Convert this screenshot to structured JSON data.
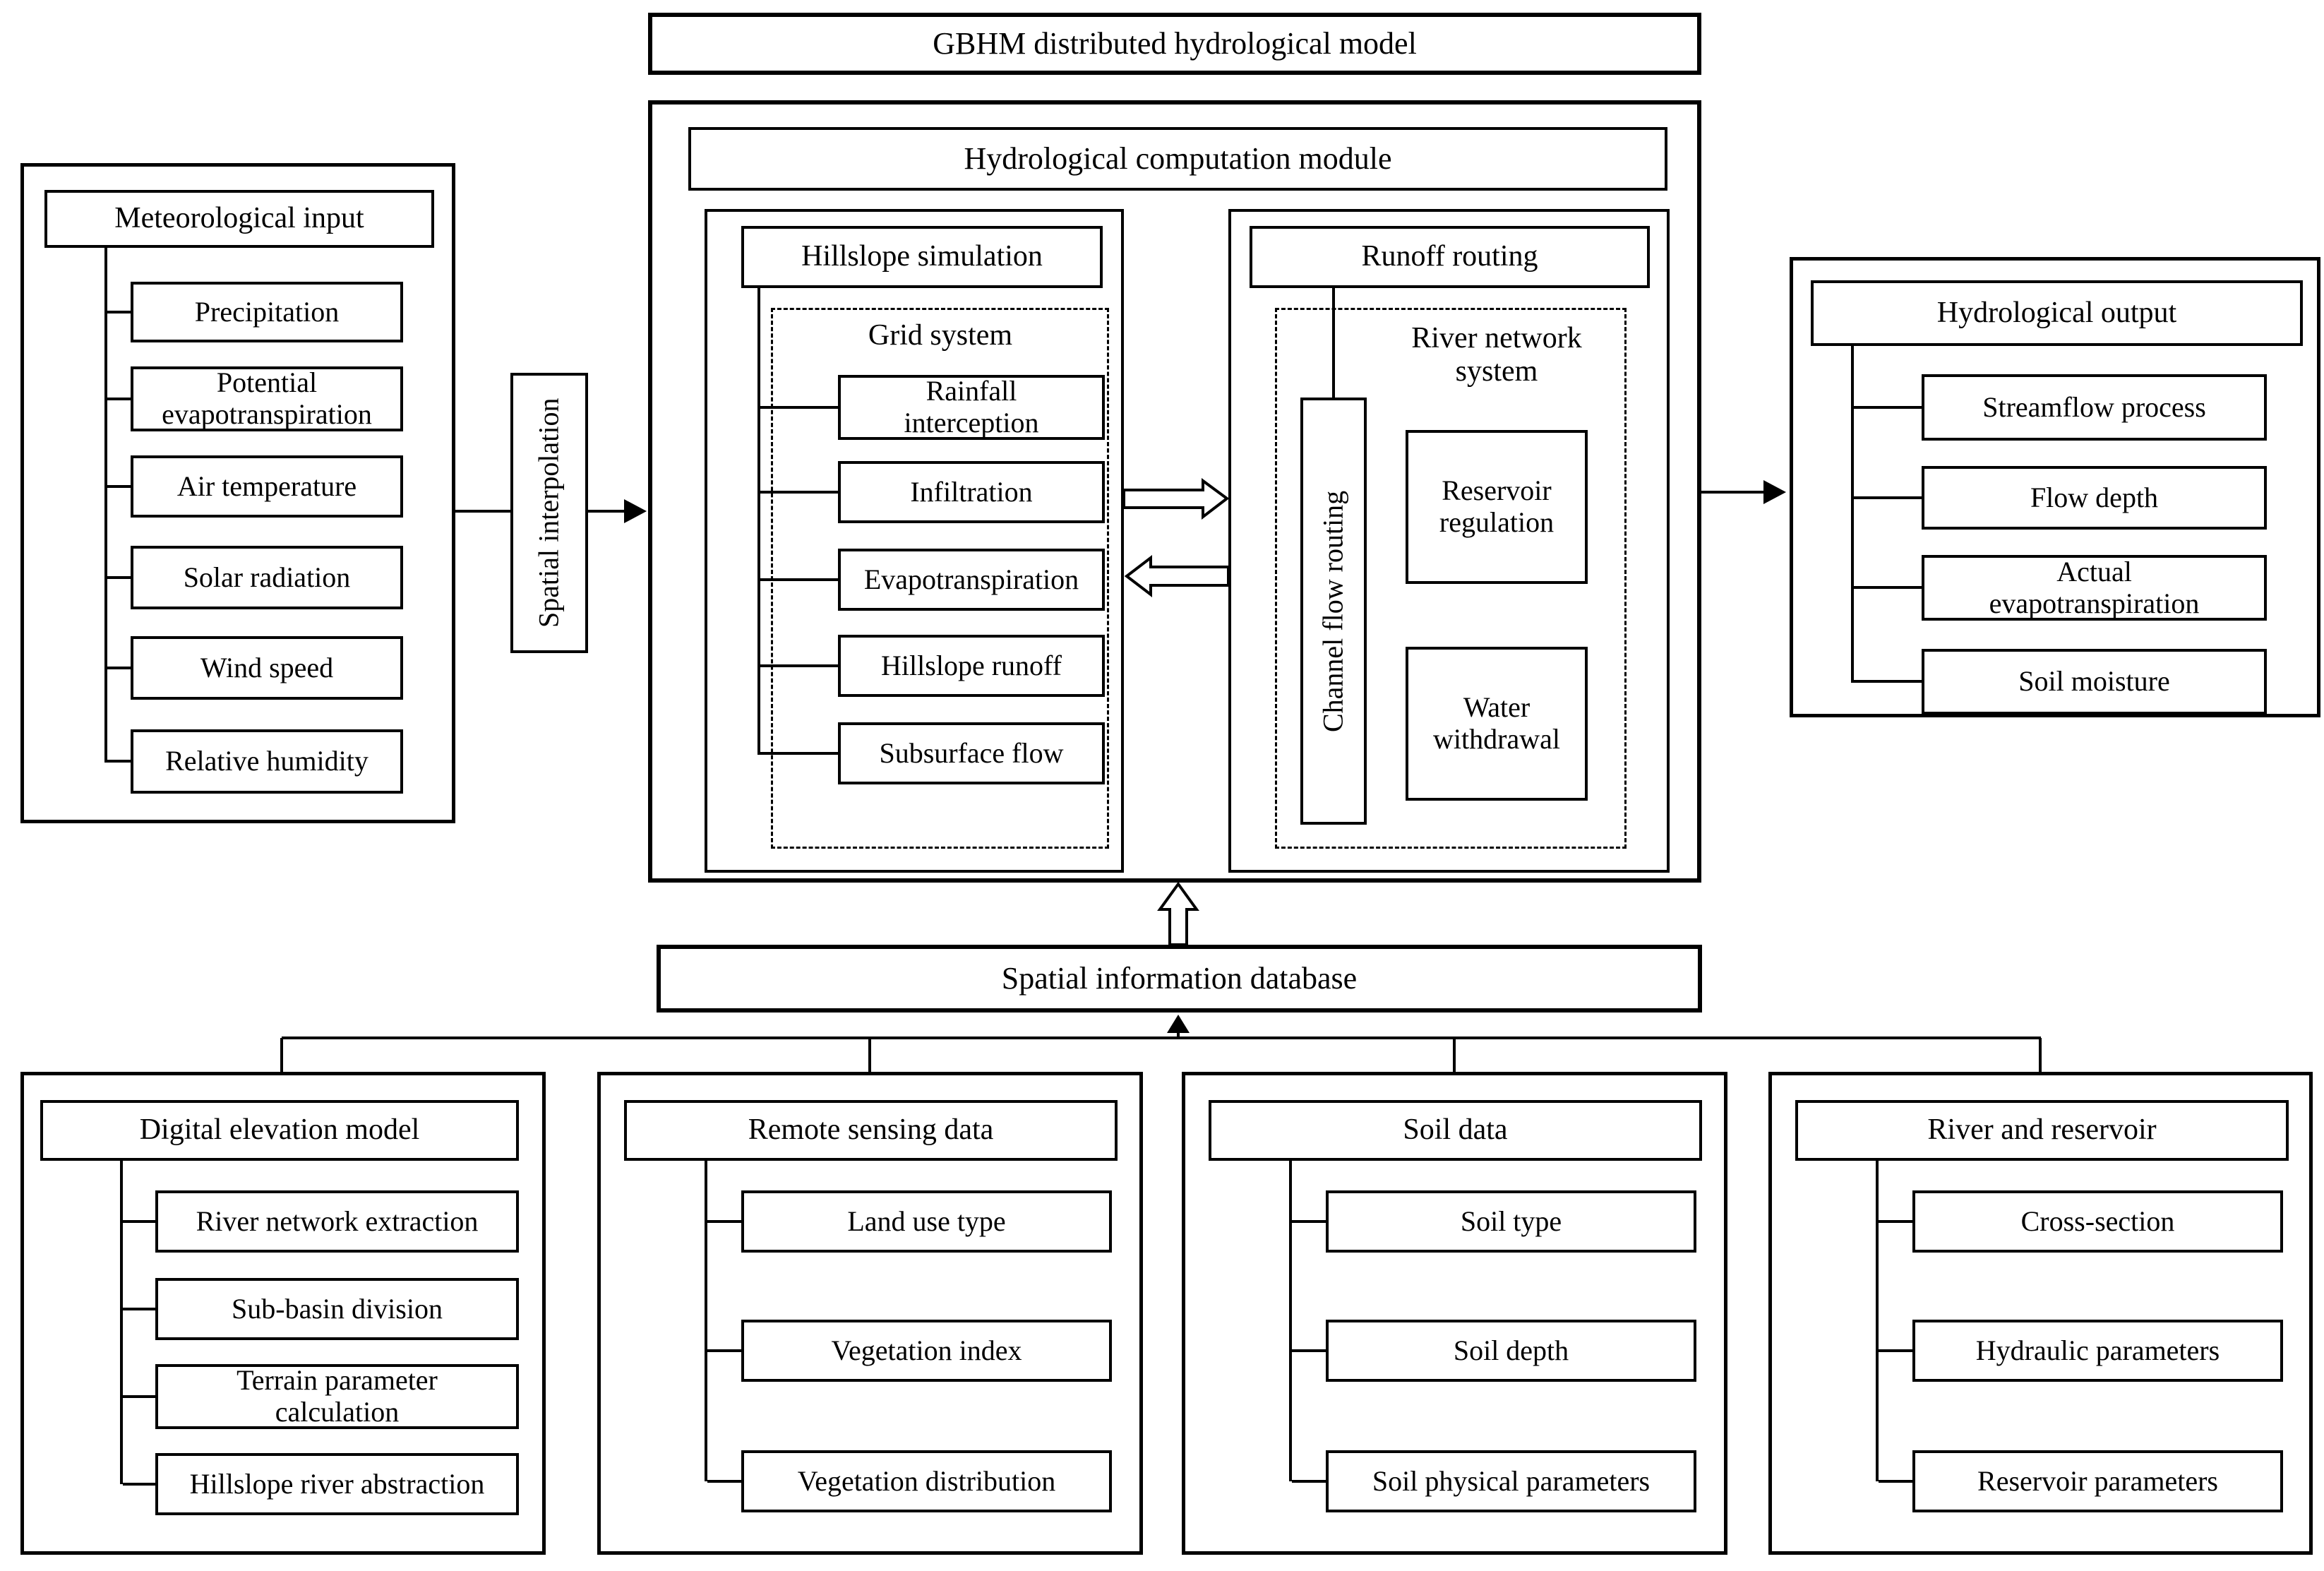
{
  "diagram": {
    "title": "GBHM distributed hydrological model",
    "computation": {
      "title": "Hydrological computation module",
      "hillslope": {
        "title": "Hillslope simulation",
        "grid_label": "Grid system",
        "items": [
          "Rainfall\ninterception",
          "Infiltration",
          "Evapotranspiration",
          "Hillslope runoff",
          "Subsurface flow"
        ]
      },
      "runoff": {
        "title": "Runoff routing",
        "network_label": "River network\nsystem",
        "channel_label": "Channel flow routing",
        "reservoir_label": "Reservoir\nregulation",
        "withdrawal_label": "Water\nwithdrawal"
      }
    },
    "met": {
      "title": "Meteorological input",
      "items": [
        "Precipitation",
        "Potential\nevapotranspiration",
        "Air temperature",
        "Solar radiation",
        "Wind speed",
        "Relative humidity"
      ]
    },
    "interp_label": "Spatial interpolation",
    "output": {
      "title": "Hydrological output",
      "items": [
        "Streamflow process",
        "Flow depth",
        "Actual\nevapotranspiration",
        "Soil moisture"
      ]
    },
    "database_label": "Spatial information database",
    "dem": {
      "title": "Digital elevation model",
      "items": [
        "River network extraction",
        "Sub-basin division",
        "Terrain parameter\ncalculation",
        "Hillslope river abstraction"
      ]
    },
    "rs": {
      "title": "Remote sensing data",
      "items": [
        "Land use type",
        "Vegetation index",
        "Vegetation distribution"
      ]
    },
    "soil": {
      "title": "Soil data",
      "items": [
        "Soil type",
        "Soil depth",
        "Soil physical parameters"
      ]
    },
    "river": {
      "title": "River and reservoir",
      "items": [
        "Cross-section",
        "Hydraulic parameters",
        "Reservoir parameters"
      ]
    }
  }
}
